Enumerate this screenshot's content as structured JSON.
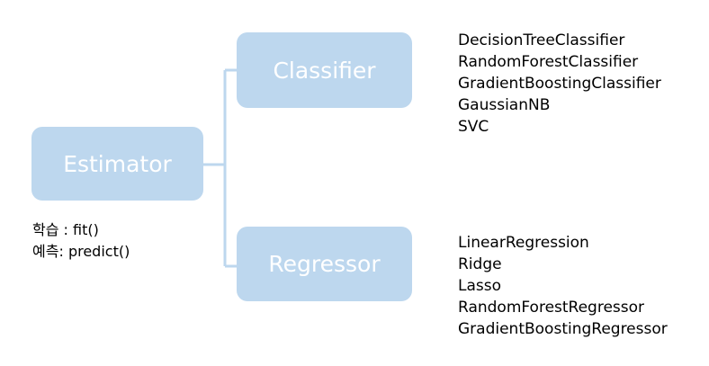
{
  "estimator": {
    "label": "Estimator",
    "methods": [
      {
        "name": "학습",
        "separator": " : ",
        "call": "fit()"
      },
      {
        "name": "예측",
        "separator": ": ",
        "call": "predict()"
      }
    ]
  },
  "classifier": {
    "label": "Classifier",
    "items": [
      "DecisionTreeClassifier",
      "RandomForestClassifier",
      "GradientBoostingClassifier",
      "GaussianNB",
      "SVC"
    ]
  },
  "regressor": {
    "label": "Regressor",
    "items": [
      "LinearRegression",
      "Ridge",
      "Lasso",
      "RandomForestRegressor",
      "GradientBoostingRegressor"
    ]
  },
  "colors": {
    "box_fill": "#bdd7ee",
    "box_text": "#ffffff",
    "connector": "#bdd7ee"
  }
}
